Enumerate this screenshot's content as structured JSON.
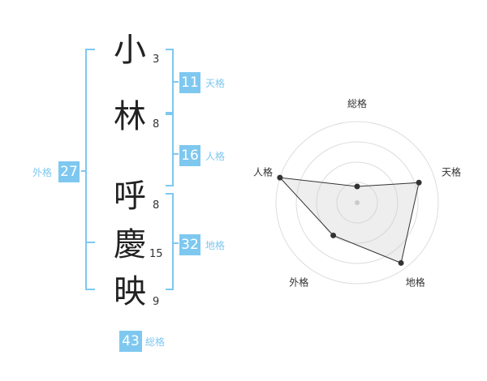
{
  "characters": [
    {
      "char": "小",
      "strokes": "3"
    },
    {
      "char": "林",
      "strokes": "8"
    },
    {
      "char": "呼",
      "strokes": "8"
    },
    {
      "char": "慶",
      "strokes": "15"
    },
    {
      "char": "映",
      "strokes": "9"
    }
  ],
  "fortunes": {
    "ten": {
      "value": "11",
      "label": "天格"
    },
    "jin": {
      "value": "16",
      "label": "人格"
    },
    "chi": {
      "value": "32",
      "label": "地格"
    },
    "gai": {
      "value": "27",
      "label": "外格"
    },
    "sou": {
      "value": "43",
      "label": "総格"
    }
  },
  "colors": {
    "accent": "#7ec8f0",
    "text": "#222222"
  },
  "chart_data": {
    "type": "radar",
    "axes": [
      "総格",
      "天格",
      "地格",
      "外格",
      "人格"
    ],
    "values": [
      0.2,
      0.8,
      0.92,
      0.5,
      1.0
    ],
    "rings": 4
  }
}
